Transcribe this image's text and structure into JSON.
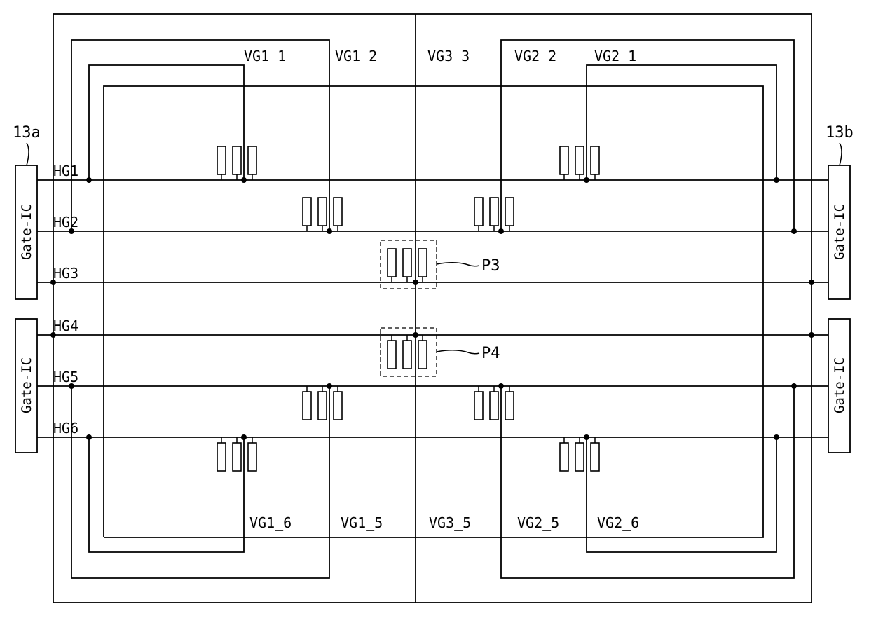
{
  "labels": {
    "chip_left": "13a",
    "chip_right": "13b",
    "gate_ic": "Gate-IC",
    "hg": [
      "HG1",
      "HG2",
      "HG3",
      "HG4",
      "HG5",
      "HG6"
    ],
    "vg_top": [
      "VG1_1",
      "VG1_2",
      "VG3_3",
      "VG2_2",
      "VG2_1"
    ],
    "vg_bottom": [
      "VG1_6",
      "VG1_5",
      "VG3_5",
      "VG2_5",
      "VG2_6"
    ],
    "p3": "P3",
    "p4": "P4"
  }
}
